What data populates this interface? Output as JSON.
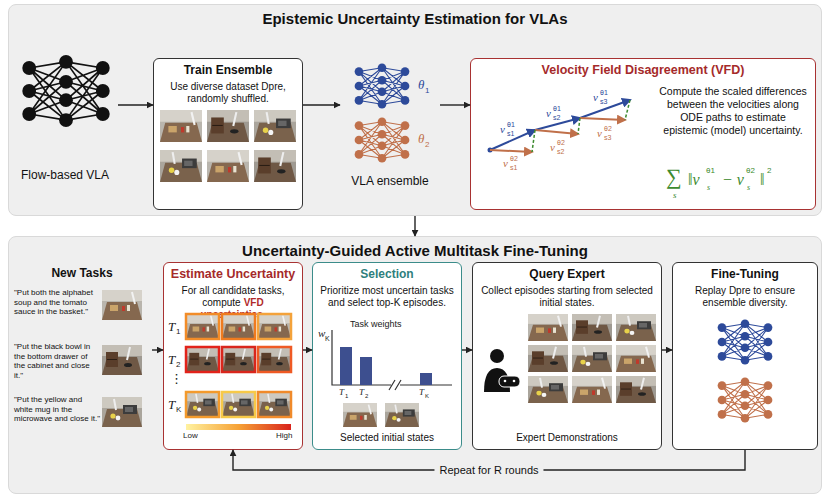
{
  "diagram": {
    "nodes": [
      {
        "text": [
          "Epistemic Uncertainty Estimation for VLAs"
        ]
      },
      {
        "text": [
          "Flow-based VLA"
        ],
        "in": 0
      },
      {
        "text": [
          "Train Ensemble",
          "Use diverse dataset Dpre, randomly shuffled."
        ],
        "in": 0
      },
      {
        "text": [
          "VLA ensemble"
        ],
        "in": 0
      },
      {
        "text": [
          "Velocity Field Disagreement (VFD)",
          "Compute the scaled differences between the velocities along ODE paths to estimate epistemic (model) uncertainty."
        ],
        "in": 0
      },
      {
        "text": [
          "Uncertainty-Guided Active Multitask Fine-Tuning"
        ]
      },
      {
        "text": [
          "New Tasks",
          "\"Put both the alphabet soup and the tomato sauce in the basket.\"",
          "\"Put the black bowl in the bottom drawer of the cabinet and close it.\"",
          "\"Put the yellow and white mug in the microwave and close it.\""
        ],
        "in": 5
      },
      {
        "text": [
          "Estimate Uncertainty",
          "For all candidate tasks, compute",
          "VFD uncertainties."
        ],
        "in": 5
      },
      {
        "text": [
          "Selection",
          "Prioritize most uncertain tasks and select top-K episodes.",
          "Selected initial states"
        ],
        "in": 5
      },
      {
        "text": [
          "Query Expert",
          "Collect episodes starting from selected initial states.",
          "Expert Demonstrations"
        ],
        "in": 5
      },
      {
        "text": [
          "Fine-Tuning",
          "Replay Dpre to ensure ensemble diversity."
        ],
        "in": 5
      }
    ],
    "edges": [
      {
        "from": 1,
        "to": 2,
        "arrow": "to"
      },
      {
        "from": 2,
        "to": 3,
        "arrow": "to"
      },
      {
        "from": 3,
        "to": 4,
        "arrow": "to"
      },
      {
        "from": 0,
        "to": 5,
        "arrow": "to"
      },
      {
        "from": 6,
        "to": 7,
        "arrow": "to"
      },
      {
        "from": 7,
        "to": 8,
        "arrow": "to"
      },
      {
        "from": 8,
        "to": 9,
        "arrow": "to"
      },
      {
        "from": 9,
        "to": 10,
        "arrow": "to"
      },
      {
        "from": 10,
        "to": 7,
        "label": "Repeat for R rounds",
        "arrow": "to"
      }
    ],
    "labels": [
      "θ",
      "1",
      "θ",
      "2",
      "v",
      "θ1",
      "s1",
      "v",
      "θ1",
      "s2",
      "v",
      "θ1",
      "s3",
      "v",
      "θ2",
      "s1",
      "v",
      "θ2",
      "s2",
      "v",
      "θ2",
      "s3",
      "∑",
      "s",
      "‖v",
      "θ1",
      "s",
      "− v",
      "θ2",
      "s",
      "‖",
      "2",
      "T",
      "1",
      "T",
      "2",
      "⋮",
      "T",
      "K",
      "Low",
      "High",
      "Task weights",
      "w",
      "K",
      "T",
      "1",
      "T",
      "2",
      "T",
      "K"
    ]
  }
}
